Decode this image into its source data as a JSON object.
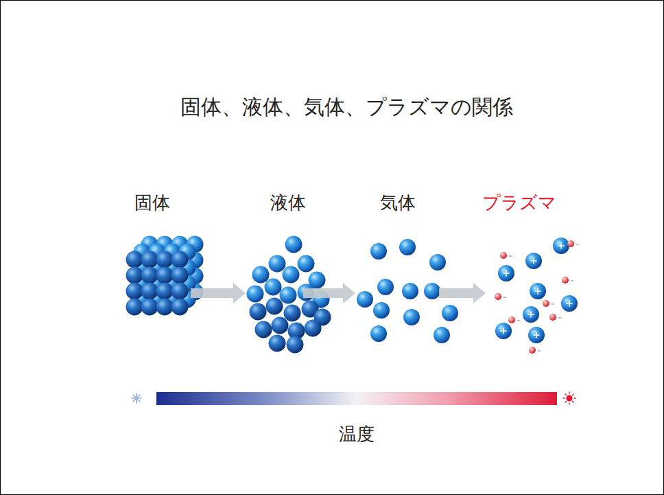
{
  "diagram": {
    "title": "固体、液体、気体、プラズマの関係",
    "labels": [
      "固体",
      "液体",
      "気体",
      "プラズマ",
      "温度"
    ]
  }
}
